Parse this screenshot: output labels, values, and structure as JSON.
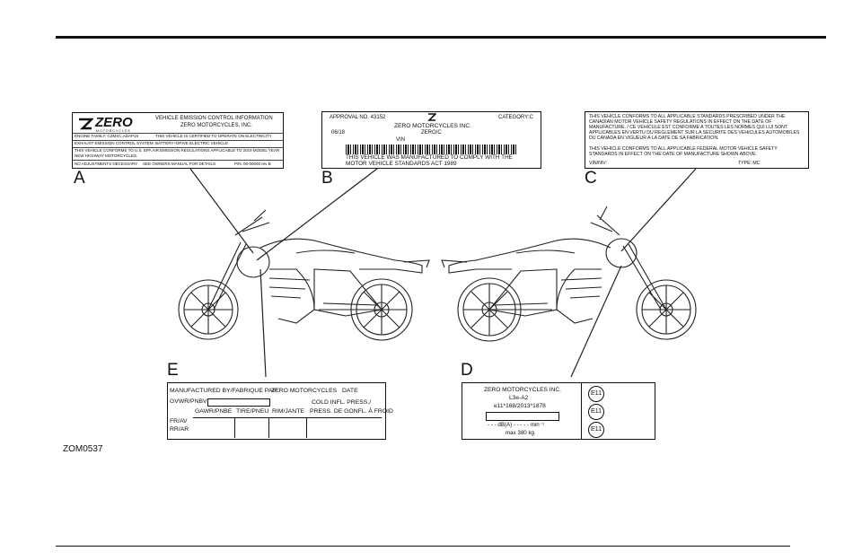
{
  "labels": {
    "a": {
      "letter": "A",
      "brand": "ZERO",
      "brand_sub": "MOTORCYCLES",
      "title": "VEHICLE EMISSION CONTROL INFORMATION",
      "company": "ZERO MOTORCYCLES, INC.",
      "row1_left": "ENGINE FAMILY: CZMXC.ADAP19",
      "row1_right": "THIS VEHICLE IS CERTIFIED TO OPERATE ON ELECTRICITY",
      "row2": "EXHAUST EMISSION CONTROL SYSTEM: BATTERY+DRIVE ELECTRIC VEHICLE",
      "row3": "THIS VEHICLE CONFORMS TO U.S. EPA AIR EMISSION REGULATIONS APPLICABLE TO 2019 MODEL YEAR NEW HIGHWAY MOTORCYCLES.",
      "row4_left": "NO ADJUSTMENTS NECESSARY.",
      "row4_mid": "SEE OWNERS MANUAL FOR DETAILS",
      "row4_right": "P/N: 00-00000 rev B"
    },
    "b": {
      "letter": "B",
      "approval": "APPROVAL NO. 43152",
      "category": "CATEGORY:C",
      "company": "ZERO MOTORCYCLES INC.",
      "date": "06/18",
      "model": "ZERO/C",
      "vin": "VIN",
      "statement": "THIS VEHICLE WAS MANUFACTURED TO COMPLY WITH THE MOTOR VEHICLE STANDARDS ACT 1989"
    },
    "c": {
      "letter": "C",
      "text1": "THIS VEHICLE CONFORMS TO ALL APPLICABLE STANDARDS PRESCRIBED UNDER THE CANADIAN MOTOR VEHICLE SAFETY REGULATIONS IN EFFECT ON THE DATE OF MANUFACTURE. / CE VEHICULE EST CONFORME A TOUTES LES NORMES QUI LUI SONT APPLICABLES EN VERTU DU REGLEMENT SUR LA SECURITE DES VEHICULES AUTOMOBILES DU CANADA EN VIGUEUR A LA DATE DE SA FABRICATION.",
      "text2": "THIS VEHICLE CONFORMS TO ALL APPLICABLE FEDERAL MOTOR VEHICLE SAFETY STANDARDS IN EFFECT ON THE DATE OF MANUFACTURE SHOWN ABOVE.",
      "vin": "VIN/NIV:",
      "type": "TYPE: MC"
    },
    "d": {
      "letter": "D",
      "company": "ZERO MOTORCYCLES INC.",
      "category": "L3e-A2",
      "approval": "e11*168/2013*1878",
      "noise": "- - - dB(A) - - - - - min⁻¹",
      "mass": "max 380 kg",
      "marks": [
        "E11",
        "E11",
        "E11"
      ]
    },
    "e": {
      "letter": "E",
      "manufactured": "MANUFACTURED BY/FABRIQUE PAR:",
      "maker": "ZERO MOTORCYCLES",
      "date": "DATE",
      "gvwr": "GVWR/PNBV:",
      "cold": "COLD INFL. PRESS./",
      "col1": "GAWR/PNBE",
      "col2": "TIRE/PNEU",
      "col3": "RIM/JANTE",
      "col4": "PRESS. DE GONFL. À FROID",
      "row1": "FR/AV",
      "row2": "RR/AR"
    }
  },
  "figure_code": "ZOM0537"
}
